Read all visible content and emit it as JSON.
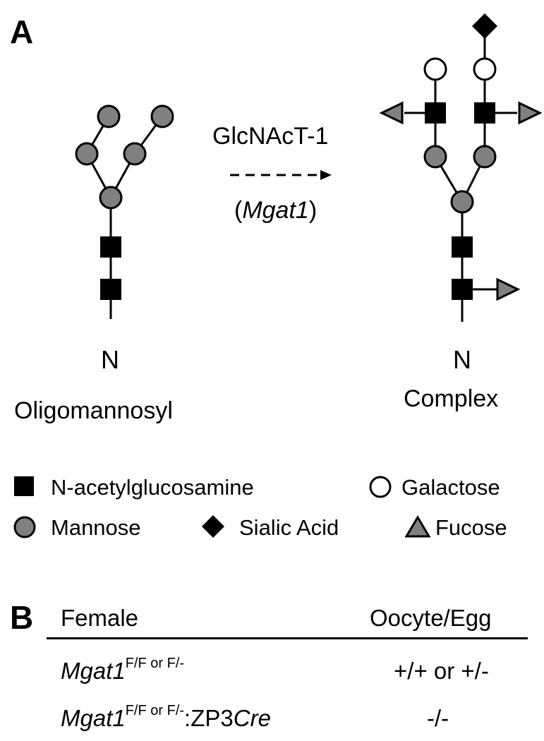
{
  "panel_a": {
    "letter": "A",
    "enzyme": "GlcNAcT-1",
    "gene_open": "(",
    "gene": "Mgat1",
    "gene_close": ")",
    "left_structure": {
      "anchor": "N",
      "name": "Oligomannosyl"
    },
    "right_structure": {
      "anchor": "N",
      "name": "Complex"
    }
  },
  "legend": {
    "items": [
      {
        "label": "N-acetylglucosamine",
        "symbol": "square",
        "color": "#000000"
      },
      {
        "label": "Galactose",
        "symbol": "circle",
        "color": "#ffffff"
      },
      {
        "label": "Mannose",
        "symbol": "circle",
        "color": "#808080"
      },
      {
        "label": "Sialic Acid",
        "symbol": "diamond",
        "color": "#000000"
      },
      {
        "label": "Fucose",
        "symbol": "triangle",
        "color": "#808080"
      }
    ]
  },
  "panel_b": {
    "letter": "B",
    "headers": {
      "female": "Female",
      "oocyte": "Oocyte/Egg"
    },
    "rows": [
      {
        "gene": "Mgat1",
        "sup": "F/F or F/-",
        "suffix_plain": "",
        "suffix_italic": "",
        "genotype": "+/+ or +/-"
      },
      {
        "gene": "Mgat1",
        "sup": "F/F or F/-",
        "suffix_plain": ":ZP3",
        "suffix_italic": "Cre",
        "genotype": "-/-"
      }
    ]
  },
  "colors": {
    "glcnac": "#000000",
    "mannose": "#808080",
    "galactose": "#ffffff",
    "sialic_acid": "#000000",
    "fucose": "#808080"
  }
}
